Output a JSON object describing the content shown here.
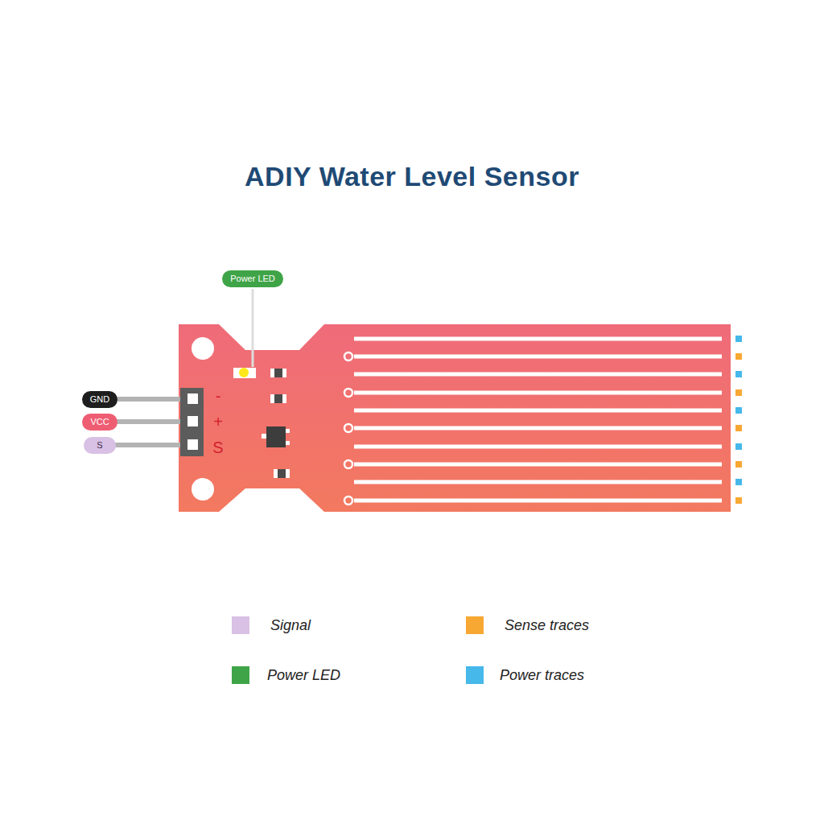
{
  "diagram": {
    "title": "ADIY Water Level Sensor",
    "nodes": [
      {
        "text": [
          "Power LED"
        ]
      },
      {
        "text": [
          "GND"
        ]
      },
      {
        "text": [
          "VCC"
        ]
      },
      {
        "text": [
          "S"
        ]
      }
    ],
    "labels": [
      "-",
      "+",
      "S"
    ],
    "legend": [
      {
        "text": "Signal",
        "color": "#d8c1e4"
      },
      {
        "text": "Sense traces",
        "color": "#f7a833"
      },
      {
        "text": "Power LED",
        "color": "#3fa447"
      },
      {
        "text": "Power traces",
        "color": "#46b8ea"
      }
    ]
  }
}
